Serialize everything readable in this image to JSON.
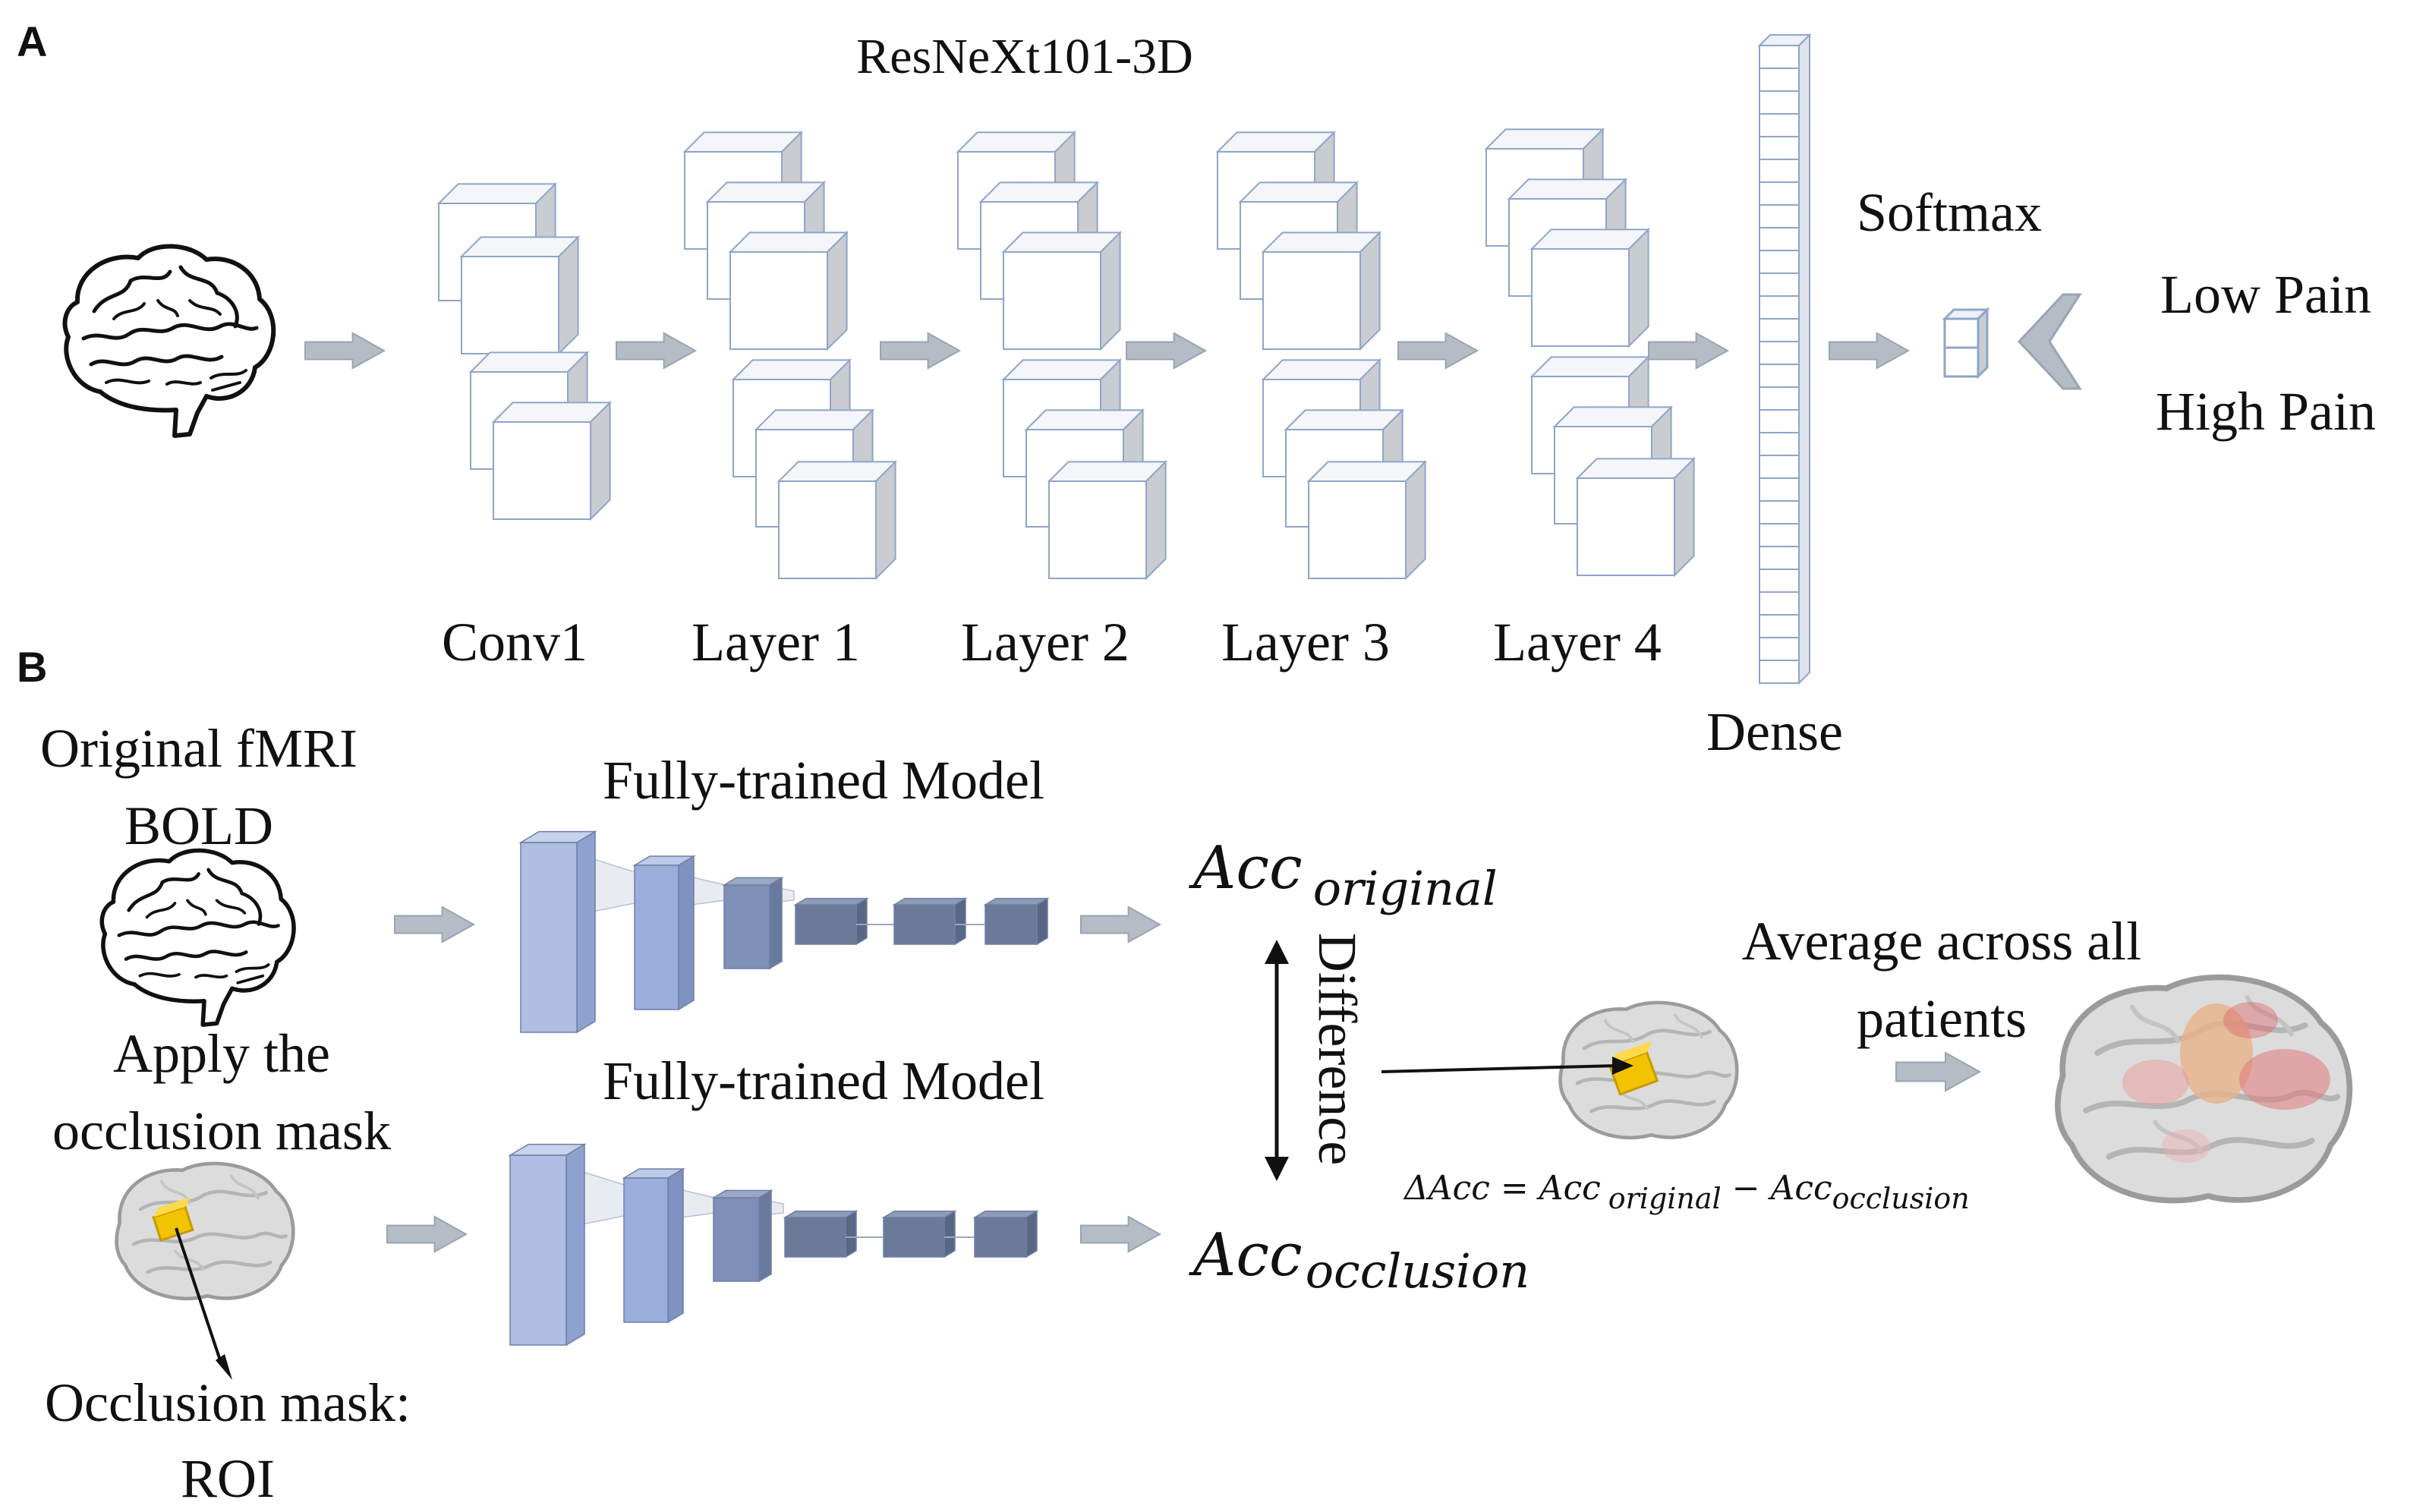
{
  "panel_a": {
    "letter": "A",
    "title": "ResNeXt101-3D",
    "layers": [
      "Conv1",
      "Layer 1",
      "Layer 2",
      "Layer 3",
      "Layer 4"
    ],
    "dense_label": "Dense",
    "softmax_label": "Softmax",
    "outputs": [
      "Low Pain",
      "High Pain"
    ]
  },
  "panel_b": {
    "letter": "B",
    "input_top_line1": "Original fMRI",
    "input_top_line2": "BOLD",
    "input_bottom_line1": "Apply the",
    "input_bottom_line2": "occlusion mask",
    "mask_line1": "Occlusion mask:",
    "mask_line2": "ROI",
    "model_label_top": "Fully-trained Model",
    "model_label_bottom": "Fully-trained Model",
    "acc_original_base": "Acc",
    "acc_original_sub": "original",
    "acc_occlusion_base": "Acc",
    "acc_occlusion_sub": "occlusion",
    "difference_label": "Difference",
    "formula_lhs": "ΔAcc = Acc",
    "formula_sub1": "original",
    "formula_minus": " − Acc",
    "formula_sub2": "occlusion",
    "average_line1": "Average across all",
    "average_line2": "patients"
  },
  "colors": {
    "arrow_fill": "#b4bcc6",
    "cube_edge": "#8fa5c8",
    "cube_side": "#c9ccd1",
    "slab_light": "#aebfe3",
    "slab_dark": "#7e8fb8",
    "block_dark": "#6a7a98",
    "roi_yellow": "#f2c300",
    "text": "#111111"
  }
}
